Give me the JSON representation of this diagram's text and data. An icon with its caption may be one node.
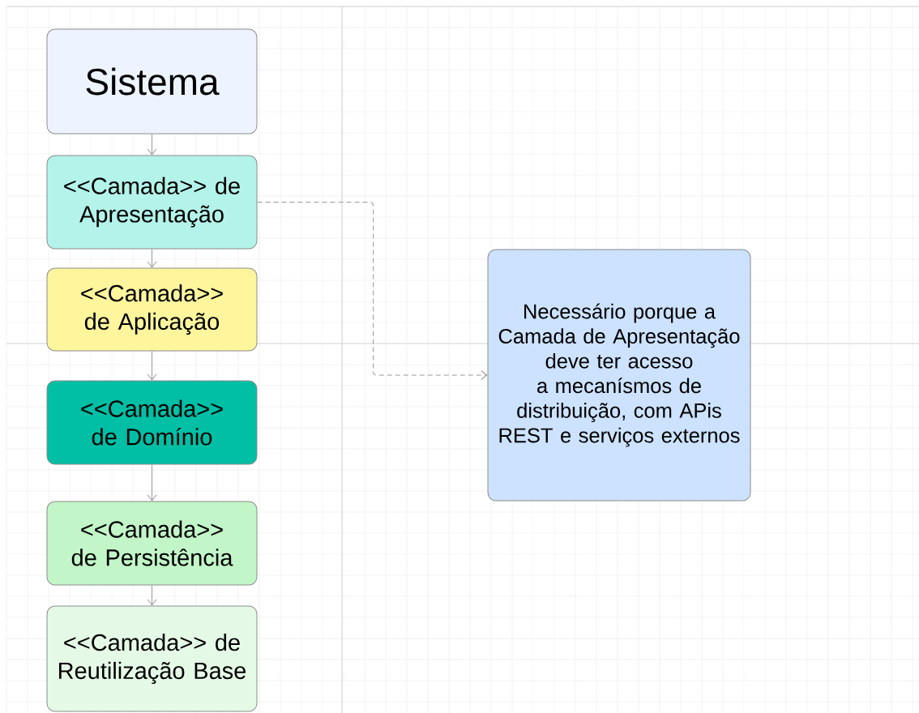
{
  "diagram": {
    "nodes": [
      {
        "text": [
          "Sistema"
        ]
      },
      {
        "text": [
          "<<Camada>> de Apresentação"
        ]
      },
      {
        "text": [
          "<<Camada>> de Aplicação"
        ]
      },
      {
        "text": [
          "<<Camada>> de Domínio"
        ]
      },
      {
        "text": [
          "<<Camada>> de Persistência"
        ]
      },
      {
        "text": [
          "<<Camada>> de Reutilização Base"
        ]
      },
      {
        "text": [
          "Necessário porque a Camada de Apresentação deve ter acesso a mecanísmos de distribuição, com APis REST e serviços externos"
        ]
      }
    ],
    "edges": [
      {
        "from": 0,
        "to": 1,
        "arrow": "to"
      },
      {
        "from": 1,
        "to": 2,
        "arrow": "to"
      },
      {
        "from": 2,
        "to": 3,
        "arrow": "to"
      },
      {
        "from": 3,
        "to": 4,
        "arrow": "to"
      },
      {
        "from": 4,
        "to": 5,
        "arrow": "to"
      },
      {
        "from": 1,
        "to": 6,
        "arrow": "to",
        "style": "dashed"
      }
    ]
  }
}
